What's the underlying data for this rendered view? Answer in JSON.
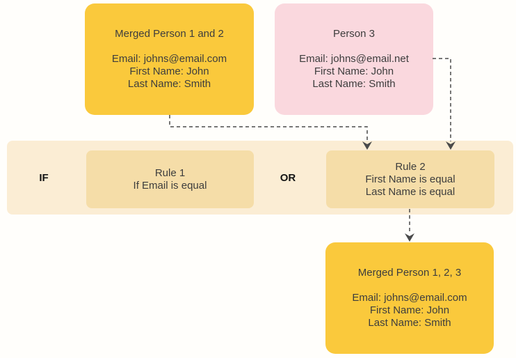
{
  "colors": {
    "background": "#FFFEFB",
    "merged_node_bg": "#FAC93C",
    "person_node_bg": "#FAD8DE",
    "rules_band_bg": "#FBEDD4",
    "rule_box_bg": "#F5DDA8",
    "node_text": "#3D3D3D",
    "operator_text": "#141414",
    "connector": "#4A4A4A"
  },
  "nodes": {
    "merged_1_2": {
      "title": "Merged Person 1 and 2",
      "fields": [
        "Email: johns@email.com",
        "First Name: John",
        "Last Name: Smith"
      ]
    },
    "person_3": {
      "title": "Person 3",
      "fields": [
        "Email: johns@email.net",
        "First Name: John",
        "Last Name: Smith"
      ]
    },
    "merged_1_2_3": {
      "title": "Merged Person 1, 2, 3",
      "fields": [
        "Email: johns@email.com",
        "First Name: John",
        "Last Name: Smith"
      ]
    }
  },
  "rules": {
    "if_label": "IF",
    "or_label": "OR",
    "rule_1": {
      "title": "Rule 1",
      "conditions": [
        "If Email is equal"
      ]
    },
    "rule_2": {
      "title": "Rule 2",
      "conditions": [
        "First Name is equal",
        "Last Name is equal"
      ]
    }
  }
}
